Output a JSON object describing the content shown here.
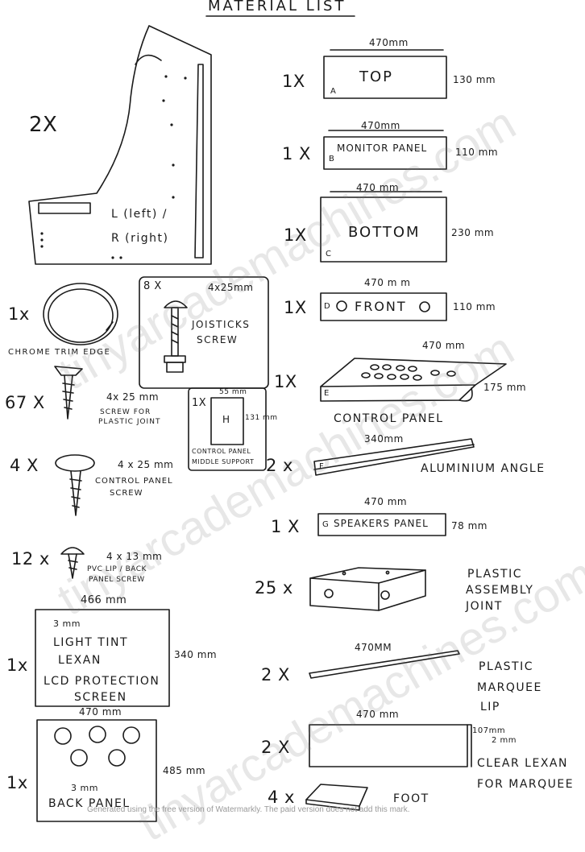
{
  "title": "MATERIAL LIST",
  "side_panel": {
    "qty": "2X",
    "label_left": "L (left) /",
    "label_right": "R (right)"
  },
  "top": {
    "qty": "1X",
    "name": "TOP",
    "letter": "A",
    "width": "470mm",
    "height": "130 mm"
  },
  "monitor": {
    "qty": "1 X",
    "name": "MONITOR PANEL",
    "letter": "B",
    "width": "470mm",
    "height": "110 mm"
  },
  "bottom": {
    "qty": "1X",
    "name": "BOTTOM",
    "letter": "C",
    "width": "470 mm",
    "height": "230 mm"
  },
  "front": {
    "qty": "1X",
    "name": "FRONT",
    "letter": "D",
    "width": "470 m m",
    "height": "110 mm"
  },
  "control_panel": {
    "qty": "1X",
    "name": "CONTROL PANEL",
    "letter": "E",
    "width": "470 mm",
    "height": "175 mm"
  },
  "alu_angle": {
    "qty": "2 x",
    "name": "ALUMINIUM ANGLE",
    "letter": "F",
    "width": "340mm"
  },
  "speakers": {
    "qty": "1 X",
    "name": "SPEAKERS PANEL",
    "letter": "G",
    "width": "470 mm",
    "height": "78 mm"
  },
  "assembly_joint": {
    "qty": "25 x",
    "line1": "PLASTIC",
    "line2": "ASSEMBLY",
    "line3": "JOINT"
  },
  "marquee_lip": {
    "qty": "2 X",
    "width": "470MM",
    "line1": "PLASTIC",
    "line2": "MARQUEE",
    "line3": "LIP"
  },
  "clear_lexan": {
    "qty": "2 X",
    "width": "470 mm",
    "height": "107mm",
    "thickness": "2 mm",
    "line1": "CLEAR LEXAN",
    "line2": "FOR MARQUEE"
  },
  "foot": {
    "qty": "4 x",
    "name": "FOOT"
  },
  "chrome_trim": {
    "qty": "1x",
    "name": "CHROME TRIM EDGE"
  },
  "joystick_screw": {
    "qty": "8 X",
    "size": "4x25mm",
    "line1": "JOISTICKS",
    "line2": "SCREW"
  },
  "middle_support": {
    "qty": "1X",
    "letter": "H",
    "width": "55 mm",
    "height": "131 mm",
    "line1": "CONTROL PANEL",
    "line2": "MIDDLE SUPPORT"
  },
  "plastic_joint_screw": {
    "qty": "67 X",
    "size": "4x 25 mm",
    "line1": "SCREW FOR",
    "line2": "PLASTIC JOINT"
  },
  "control_panel_screw": {
    "qty": "4 X",
    "size": "4 x 25 mm",
    "line1": "CONTROL PANEL",
    "line2": "SCREW"
  },
  "pvc_screw": {
    "qty": "12 x",
    "size": "4 x 13 mm",
    "line1": "PVC LIP / BACK",
    "line2": "PANEL SCREW"
  },
  "lcd_lexan": {
    "qty": "1x",
    "width": "466 mm",
    "height": "340 mm",
    "line1": "3 mm",
    "line2": "LIGHT TINT",
    "line3": "LEXAN",
    "line4": "LCD PROTECTION",
    "line5": "SCREEN"
  },
  "back_panel": {
    "qty": "1x",
    "width": "470 mm",
    "height": "485 mm",
    "thickness": "3 mm",
    "name": "BACK PANEL"
  },
  "watermark": "tinyarcademachines.com",
  "footer_note": "Generated using the free version of Watermarkly. The paid version does not add this mark."
}
